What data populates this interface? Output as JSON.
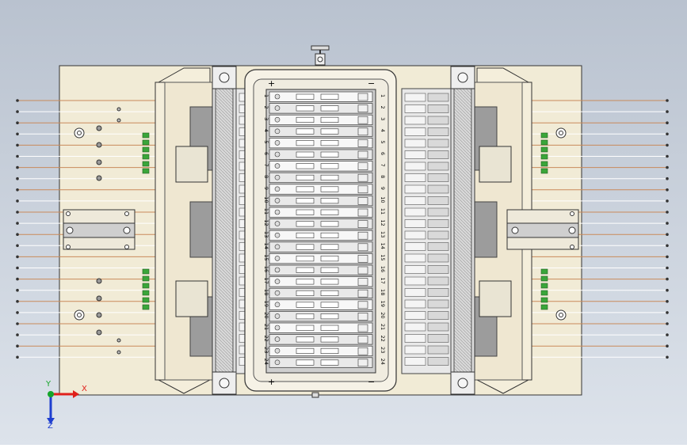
{
  "viewport": {
    "triad": {
      "x_label": "X",
      "y_label": "Y",
      "z_label": "Z",
      "x_color": "#e0201b",
      "y_color": "#16a52b",
      "z_color": "#1f3fd0"
    }
  },
  "assembly": {
    "plate_color": "#f1ebd6",
    "pole_markers": {
      "plus": "+",
      "minus": "−"
    },
    "left_cell_numbers": [
      "1",
      "2",
      "3",
      "4",
      "5",
      "6",
      "7",
      "8",
      "9",
      "10",
      "11",
      "12",
      "13",
      "14",
      "15",
      "16",
      "17",
      "18",
      "19",
      "20",
      "21",
      "22",
      "23",
      "24"
    ],
    "right_cell_numbers": [
      "1",
      "2",
      "3",
      "4",
      "5",
      "6",
      "7",
      "8",
      "9",
      "10",
      "11",
      "12",
      "13",
      "14",
      "15",
      "16",
      "17",
      "18",
      "19",
      "20",
      "21",
      "22",
      "23",
      "24"
    ]
  }
}
